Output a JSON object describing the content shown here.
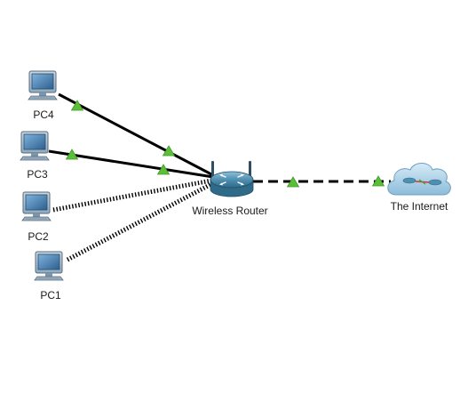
{
  "diagram": {
    "nodes": {
      "pc4": {
        "label": "PC4",
        "icon": "desktop-pc-icon"
      },
      "pc3": {
        "label": "PC3",
        "icon": "desktop-pc-icon"
      },
      "pc2": {
        "label": "PC2",
        "icon": "desktop-pc-icon"
      },
      "pc1": {
        "label": "PC1",
        "icon": "desktop-pc-icon"
      },
      "router": {
        "label": "Wireless Router",
        "icon": "wireless-router-icon"
      },
      "internet": {
        "label": "The Internet",
        "icon": "cloud-icon"
      }
    },
    "links": [
      {
        "from": "PC4",
        "to": "Wireless Router",
        "type": "copper-straight",
        "status": "up"
      },
      {
        "from": "PC3",
        "to": "Wireless Router",
        "type": "copper-straight",
        "status": "up"
      },
      {
        "from": "PC2",
        "to": "Wireless Router",
        "type": "wireless"
      },
      {
        "from": "PC1",
        "to": "Wireless Router",
        "type": "wireless"
      },
      {
        "from": "Wireless Router",
        "to": "The Internet",
        "type": "dashed",
        "status": "up"
      }
    ],
    "colors": {
      "link": "#000000",
      "link_up_indicator": "#5cbf3a",
      "router_body": "#4f8fb0",
      "cloud_fill": "#a9cfe6",
      "pc_monitor": "#8ea9bf",
      "pc_screen": "#3d6e9e"
    }
  }
}
